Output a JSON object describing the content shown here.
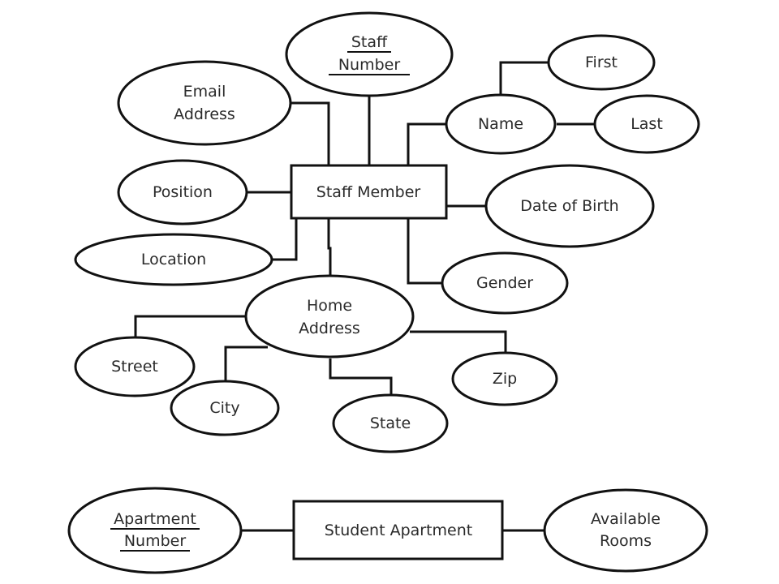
{
  "entities": {
    "staff_member": "Staff Member",
    "student_apartment": "Student Apartment"
  },
  "attributes": {
    "staff_number": [
      "Staff",
      "Number"
    ],
    "email_address": [
      "Email",
      "Address"
    ],
    "position": "Position",
    "location": "Location",
    "name": "Name",
    "first": "First",
    "last": "Last",
    "date_of_birth": "Date of Birth",
    "gender": "Gender",
    "home_address": [
      "Home",
      "Address"
    ],
    "street": "Street",
    "city": "City",
    "state": "State",
    "zip": "Zip",
    "apartment_number": [
      "Apartment",
      "Number"
    ],
    "available_rooms": [
      "Available",
      "Rooms"
    ]
  },
  "colors": {
    "stroke": "#111111",
    "text": "#2a2a2a",
    "background": "#ffffff"
  }
}
